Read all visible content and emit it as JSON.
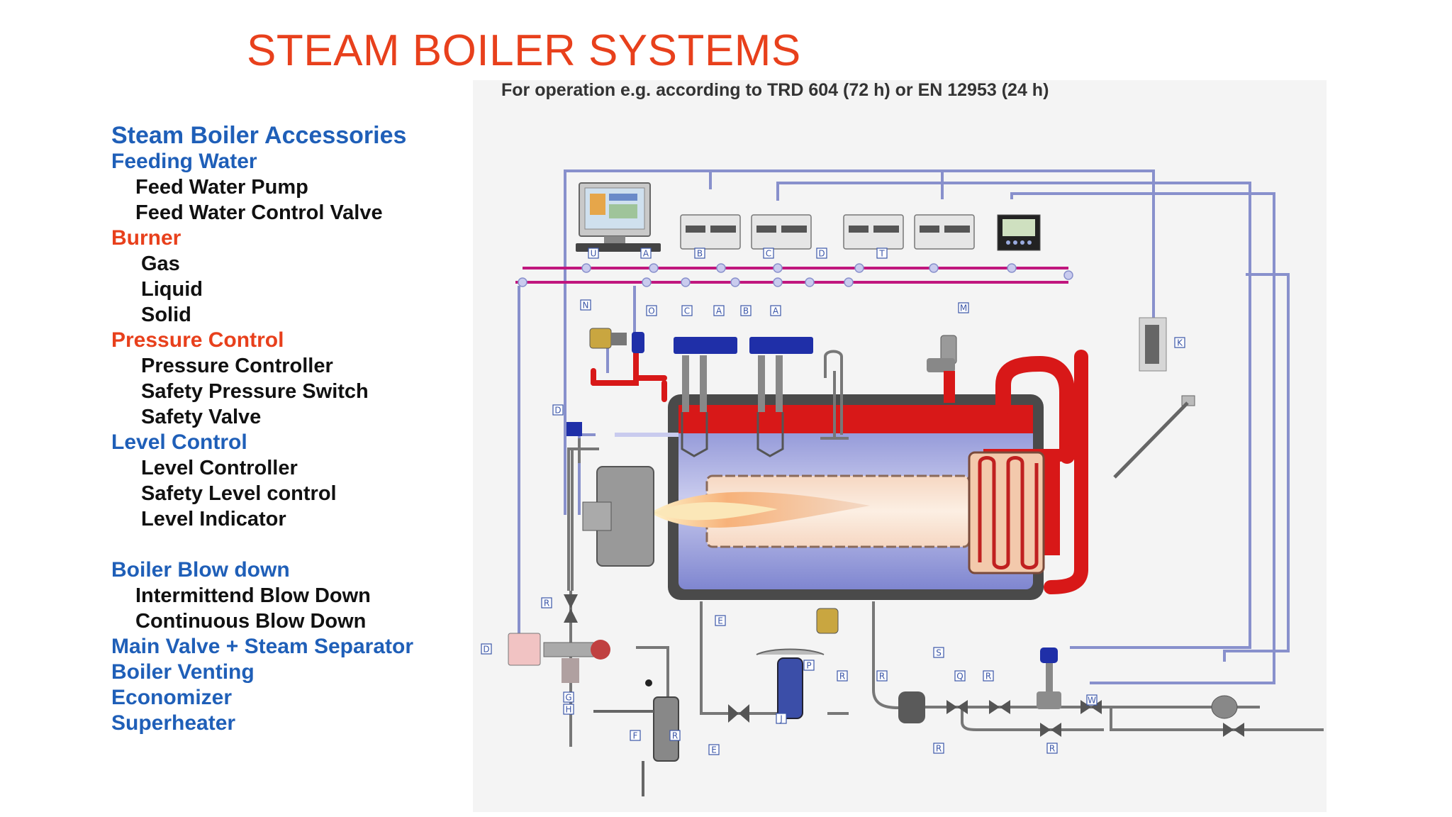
{
  "slide": {
    "title": "STEAM BOILER SYSTEMS"
  },
  "accessories": [
    {
      "text": "Steam Boiler Accessories",
      "style": "blue heading"
    },
    {
      "text": "Feeding Water",
      "style": "blue"
    },
    {
      "text": "Feed Water Pump",
      "style": "black ind1"
    },
    {
      "text": "Feed Water Control Valve",
      "style": "black ind1"
    },
    {
      "text": "Burner",
      "style": "red"
    },
    {
      "text": "Gas",
      "style": "black ind2"
    },
    {
      "text": "Liquid",
      "style": "black ind2"
    },
    {
      "text": "Solid",
      "style": "black ind2"
    },
    {
      "text": "Pressure Control",
      "style": "red"
    },
    {
      "text": "Pressure Controller",
      "style": "black ind2"
    },
    {
      "text": "Safety Pressure Switch",
      "style": "black ind2"
    },
    {
      "text": "Safety Valve",
      "style": "black ind2"
    },
    {
      "text": "Level Control",
      "style": "blue"
    },
    {
      "text": "Level Controller",
      "style": "black ind2"
    },
    {
      "text": "Safety Level control",
      "style": "black ind2"
    },
    {
      "text": "Level Indicator",
      "style": "black ind2"
    },
    {
      "text": "",
      "style": "gap"
    },
    {
      "text": "Boiler Blow down",
      "style": "blue"
    },
    {
      "text": "Intermittend Blow Down",
      "style": "black ind1"
    },
    {
      "text": "Continuous Blow Down",
      "style": "black ind1"
    },
    {
      "text": "Main Valve + Steam Separator",
      "style": "blue"
    },
    {
      "text": "Boiler Venting",
      "style": "blue"
    },
    {
      "text": "Economizer",
      "style": "blue"
    },
    {
      "text": "Superheater",
      "style": "blue"
    }
  ],
  "diagram": {
    "caption": "For operation e.g. according to TRD 604 (72 h) or EN 12953 (24 h)",
    "labels": {
      "U": "U",
      "A": "A",
      "B": "B",
      "C": "C",
      "D": "D",
      "T": "T",
      "N": "N",
      "O": "O",
      "M": "M",
      "K": "K",
      "R": "R",
      "G": "G",
      "H": "H",
      "F": "F",
      "E": "E",
      "J": "J",
      "P": "P",
      "S": "S",
      "Q": "Q",
      "W": "W"
    },
    "colors": {
      "steam": "#d81818",
      "water": "#8a8fd4",
      "flame": "#f4a070",
      "signal_bus": "#c0177e",
      "control_wire": "#8890cc",
      "pipe": "#666666",
      "shell": "#555555"
    }
  }
}
